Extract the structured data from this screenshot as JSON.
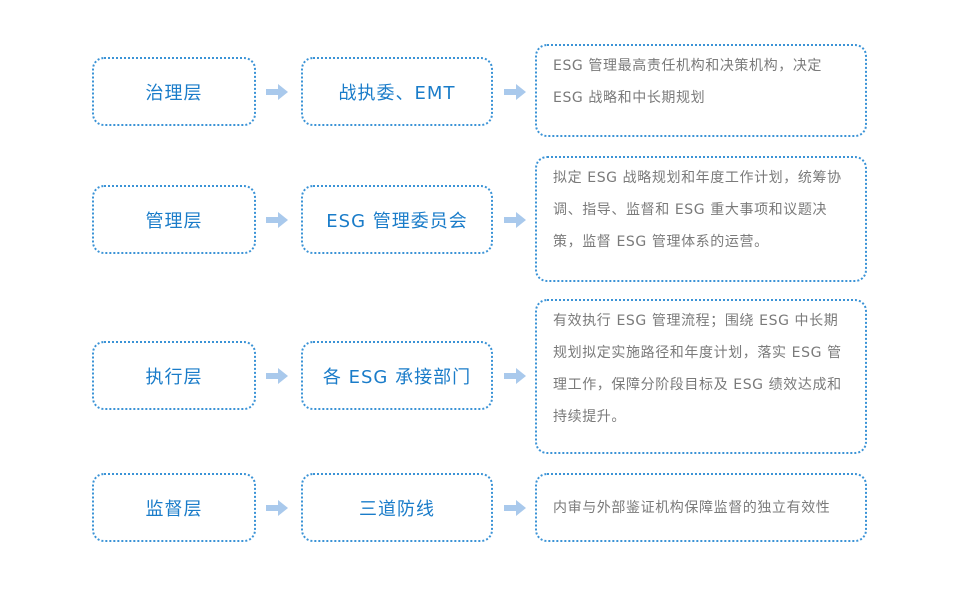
{
  "arrow_color": "#a9c9ec",
  "accent_color": "#1a7cc9",
  "border_color": "#3b93d6",
  "rows": [
    {
      "level": "治理层",
      "body": "战执委、EMT",
      "description": "ESG 管理最高责任机构和决策机构，决定 ESG 战略和中长期规划"
    },
    {
      "level": "管理层",
      "body": "ESG 管理委员会",
      "description": "拟定 ESG 战略规划和年度工作计划，统筹协调、指导、监督和 ESG 重大事项和议题决策，监督 ESG 管理体系的运营。"
    },
    {
      "level": "执行层",
      "body": "各 ESG 承接部门",
      "description": "有效执行 ESG 管理流程；围绕 ESG 中长期规划拟定实施路径和年度计划，落实 ESG 管理工作，保障分阶段目标及 ESG 绩效达成和持续提升。"
    },
    {
      "level": "监督层",
      "body": "三道防线",
      "description": "内审与外部鉴证机构保障监督的独立有效性"
    }
  ]
}
